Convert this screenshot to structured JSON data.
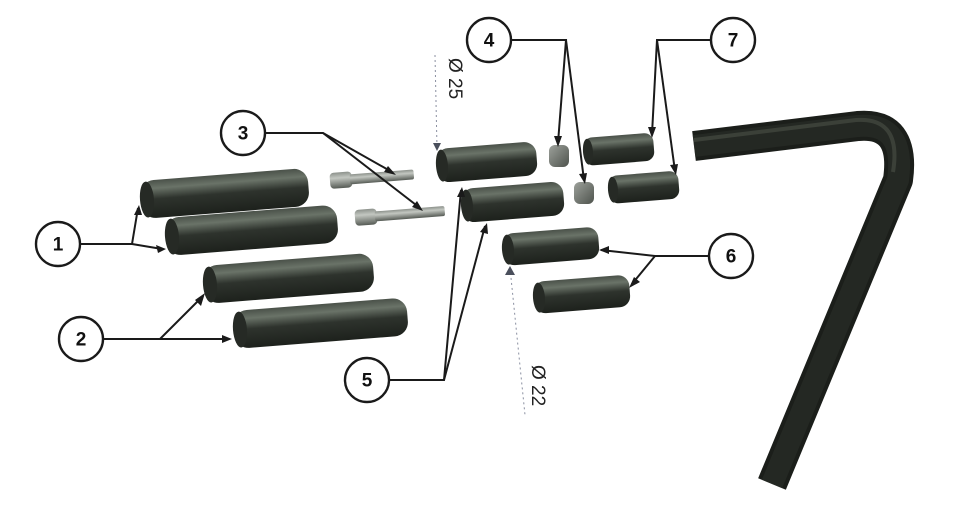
{
  "callouts": [
    {
      "id": "1",
      "label": "1"
    },
    {
      "id": "2",
      "label": "2"
    },
    {
      "id": "3",
      "label": "3"
    },
    {
      "id": "4",
      "label": "4"
    },
    {
      "id": "5",
      "label": "5"
    },
    {
      "id": "6",
      "label": "6"
    },
    {
      "id": "7",
      "label": "7"
    }
  ],
  "dimensions": {
    "d25": "Ø 25",
    "d22": "Ø 22"
  },
  "colors": {
    "part": "#2c302b",
    "part_highlight": "#5e665c",
    "part_end": "#3d433b",
    "leader": "#1a1a1a",
    "dimension": "#8a8fa0"
  }
}
